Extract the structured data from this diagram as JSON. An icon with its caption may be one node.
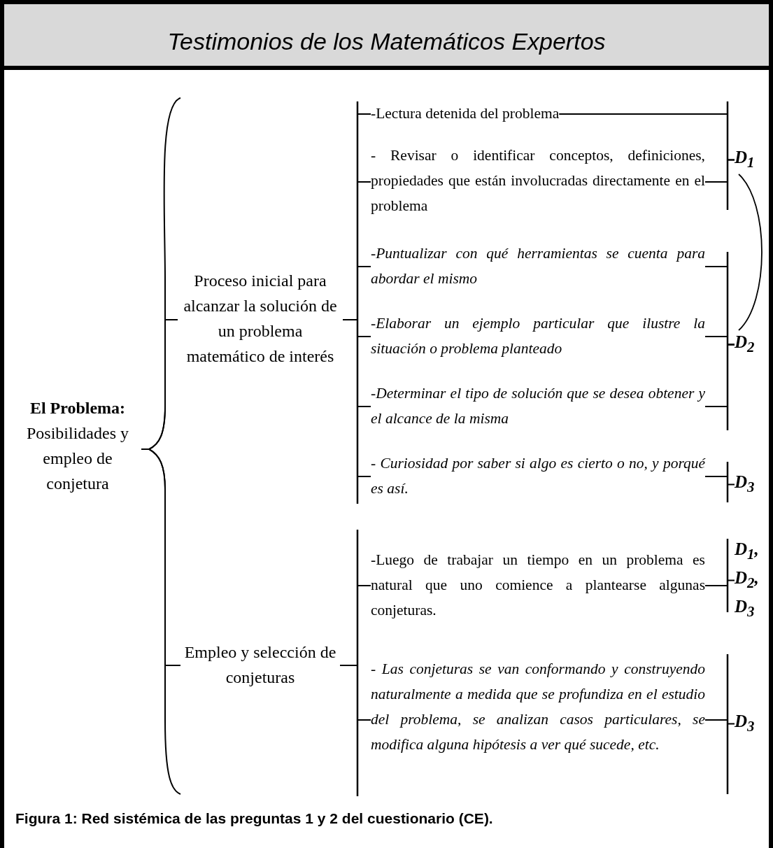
{
  "diagram": {
    "title": "Testimonios de los Matemáticos Expertos",
    "caption": "Figura 1: Red sistémica de las preguntas 1 y 2 del cuestionario (CE).",
    "nodes": [
      {
        "text": [
          "**El Problema:** Posibilidades y empleo de conjetura"
        ]
      },
      {
        "text": [
          "Proceso inicial para alcanzar la solución de un problema matemático de interés"
        ]
      },
      {
        "text": [
          "Empleo y selección de conjeturas"
        ]
      },
      {
        "text": [
          "-Lectura detenida del problema"
        ]
      },
      {
        "text": [
          "- Revisar o identificar conceptos, definiciones, propiedades que están involucradas directamente en el problema"
        ]
      },
      {
        "text": [
          "-Puntualizar con qué herramientas se cuenta para abordar el mismo"
        ]
      },
      {
        "text": [
          "-Elaborar un ejemplo particular que ilustre la situación o problema planteado"
        ]
      },
      {
        "text": [
          "-Determinar el tipo de solución que se desea obtener y el alcance de la misma"
        ]
      },
      {
        "text": [
          "- Curiosidad por saber si algo es cierto o no, y porqué es así."
        ]
      },
      {
        "text": [
          "-Luego de trabajar un tiempo en un problema es natural que uno comience a plantearse algunas conjeturas."
        ]
      },
      {
        "text": [
          "- Las conjeturas se van conformando y construyendo naturalmente a medida que se profundiza en el estudio del problema, se analizan casos particulares, se modifica alguna hipótesis a ver qué sucede, etc."
        ]
      },
      {
        "text": [
          "D$_{1}$"
        ]
      },
      {
        "text": [
          "D$_{2}$"
        ]
      },
      {
        "text": [
          "D$_{3}$"
        ]
      },
      {
        "text": [
          "D$_{1}$, D$_{2}$, D$_{3}$"
        ]
      },
      {
        "text": [
          "D$_{3}$"
        ]
      }
    ],
    "edges": [
      {
        "from": 0,
        "to": 1,
        "arrow": "none"
      },
      {
        "from": 0,
        "to": 2,
        "arrow": "none"
      },
      {
        "from": 1,
        "to": 3,
        "arrow": "none"
      },
      {
        "from": 1,
        "to": 4,
        "arrow": "none"
      },
      {
        "from": 1,
        "to": 5,
        "arrow": "none"
      },
      {
        "from": 1,
        "to": 6,
        "arrow": "none"
      },
      {
        "from": 1,
        "to": 7,
        "arrow": "none"
      },
      {
        "from": 1,
        "to": 8,
        "arrow": "none"
      },
      {
        "from": 2,
        "to": 9,
        "arrow": "none"
      },
      {
        "from": 2,
        "to": 10,
        "arrow": "none"
      },
      {
        "from": 3,
        "to": 11,
        "arrow": "none"
      },
      {
        "from": 4,
        "to": 11,
        "arrow": "none"
      },
      {
        "from": 5,
        "to": 12,
        "arrow": "none"
      },
      {
        "from": 6,
        "to": 12,
        "arrow": "none"
      },
      {
        "from": 7,
        "to": 12,
        "arrow": "none"
      },
      {
        "from": 8,
        "to": 13,
        "arrow": "none"
      },
      {
        "from": 9,
        "to": 14,
        "arrow": "none"
      },
      {
        "from": 10,
        "to": 15,
        "arrow": "none"
      },
      {
        "from": 11,
        "to": 12,
        "arrow": "none"
      }
    ]
  }
}
